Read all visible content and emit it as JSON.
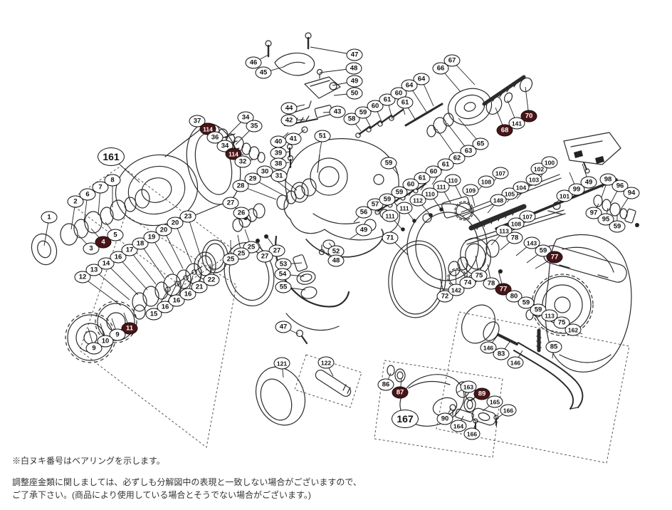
{
  "colors": {
    "bearing_fill": "#4a1416",
    "bearing_text": "#ffffff",
    "balloon_border": "#111111",
    "leader": "#222222",
    "line_art": "#2b2b2b",
    "note_text": "#333333"
  },
  "notes": {
    "line1": "※白ヌキ番号はベアリングを示します。",
    "line2": "調整座金類に関しましては、必ずしも分解図中の表現と一致しない場合がございますので、",
    "line3": "ご了承下さい。(商品により使用している場合とそうでない場合がございます。)"
  },
  "balloon_format": "[number, x, y, leader_target_x, leader_target_y, style] — style 'b' = bearing (dark filled), 'big' = assembly group oval, absent = normal part callout",
  "balloons": [
    [
      "1",
      69,
      305,
      62,
      345
    ],
    [
      "2",
      106,
      283,
      100,
      322
    ],
    [
      "6",
      123,
      273,
      118,
      312
    ],
    [
      "7",
      141,
      263,
      138,
      302
    ],
    [
      "8",
      158,
      253,
      158,
      291
    ],
    [
      "3",
      128,
      349,
      110,
      330
    ],
    [
      "4",
      145,
      340,
      128,
      321,
      "b"
    ],
    [
      "5",
      162,
      330,
      148,
      312
    ],
    [
      "161",
      156,
      220,
      196,
      256,
      "big"
    ],
    [
      "37",
      277,
      170,
      296,
      184
    ],
    [
      "114",
      292,
      181,
      308,
      192,
      "b"
    ],
    [
      "36",
      302,
      193,
      318,
      201
    ],
    [
      "34",
      316,
      205,
      331,
      209
    ],
    [
      "114",
      328,
      216,
      342,
      217,
      "b"
    ],
    [
      "32",
      341,
      227,
      355,
      224
    ],
    [
      "34",
      345,
      165,
      316,
      194
    ],
    [
      "35",
      357,
      177,
      331,
      203
    ],
    [
      "12",
      116,
      389,
      170,
      429
    ],
    [
      "13",
      132,
      379,
      182,
      421
    ],
    [
      "14",
      149,
      370,
      194,
      414
    ],
    [
      "16",
      166,
      361,
      207,
      407
    ],
    [
      "17",
      182,
      351,
      219,
      399
    ],
    [
      "18",
      197,
      342,
      231,
      391
    ],
    [
      "19",
      213,
      333,
      244,
      384
    ],
    [
      "20",
      230,
      323,
      257,
      377
    ],
    [
      "20",
      246,
      313,
      269,
      369
    ],
    [
      "23",
      264,
      304,
      282,
      361
    ],
    [
      "15",
      216,
      441,
      235,
      409
    ],
    [
      "16",
      232,
      431,
      247,
      401
    ],
    [
      "16",
      248,
      422,
      259,
      394
    ],
    [
      "16",
      264,
      413,
      271,
      387
    ],
    [
      "21",
      280,
      403,
      283,
      379
    ],
    [
      "22",
      297,
      393,
      295,
      371
    ],
    [
      "11",
      182,
      461,
      174,
      439,
      "b"
    ],
    [
      "9",
      165,
      470,
      157,
      447
    ],
    [
      "10",
      148,
      479,
      141,
      454
    ],
    [
      "9",
      132,
      489,
      124,
      461
    ],
    [
      "28",
      338,
      261,
      388,
      280
    ],
    [
      "29",
      355,
      251,
      398,
      274
    ],
    [
      "30",
      372,
      241,
      408,
      269
    ],
    [
      "31",
      392,
      247,
      417,
      267
    ],
    [
      "27",
      324,
      285,
      344,
      305
    ],
    [
      "26",
      339,
      299,
      354,
      312
    ],
    [
      "25",
      353,
      347,
      344,
      322
    ],
    [
      "25",
      339,
      356,
      334,
      330
    ],
    [
      "25",
      324,
      364,
      324,
      337
    ],
    [
      "27",
      389,
      352,
      374,
      331
    ],
    [
      "27",
      372,
      360,
      361,
      336
    ],
    [
      "53",
      398,
      371,
      424,
      369
    ],
    [
      "54",
      397,
      385,
      427,
      388
    ],
    [
      "55",
      398,
      403,
      429,
      407
    ],
    [
      "56",
      511,
      298,
      497,
      312
    ],
    [
      "57",
      527,
      287,
      510,
      302
    ],
    [
      "49",
      511,
      323,
      492,
      335
    ],
    [
      "52",
      472,
      353,
      462,
      341
    ],
    [
      "48",
      472,
      366,
      452,
      352
    ],
    [
      "46",
      356,
      88,
      377,
      77
    ],
    [
      "45",
      370,
      102,
      398,
      94
    ],
    [
      "47",
      498,
      77,
      436,
      66
    ],
    [
      "48",
      497,
      96,
      449,
      102
    ],
    [
      "49",
      498,
      114,
      467,
      120
    ],
    [
      "50",
      498,
      131,
      469,
      134
    ],
    [
      "44",
      406,
      152,
      428,
      147
    ],
    [
      "43",
      474,
      157,
      454,
      158
    ],
    [
      "42",
      406,
      169,
      428,
      168
    ],
    [
      "41",
      412,
      195,
      428,
      182
    ],
    [
      "40",
      391,
      199,
      405,
      186
    ],
    [
      "39",
      391,
      215,
      406,
      213
    ],
    [
      "38",
      391,
      230,
      406,
      228
    ],
    [
      "51",
      453,
      191,
      449,
      215
    ],
    [
      "58",
      494,
      167,
      507,
      184
    ],
    [
      "59",
      510,
      158,
      521,
      179
    ],
    [
      "60",
      527,
      149,
      537,
      173
    ],
    [
      "61",
      544,
      140,
      551,
      167
    ],
    [
      "60",
      560,
      131,
      569,
      161
    ],
    [
      "61",
      569,
      144,
      584,
      169
    ],
    [
      "64",
      592,
      111,
      609,
      149
    ],
    [
      "64",
      575,
      120,
      599,
      157
    ],
    [
      "66",
      619,
      96,
      647,
      129
    ],
    [
      "67",
      635,
      85,
      667,
      119
    ],
    [
      "65",
      675,
      202,
      644,
      166
    ],
    [
      "63",
      658,
      212,
      628,
      173
    ],
    [
      "62",
      642,
      222,
      613,
      181
    ],
    [
      "141",
      726,
      173,
      713,
      141
    ],
    [
      "70",
      743,
      163,
      738,
      122,
      "b"
    ],
    [
      "68",
      709,
      183,
      696,
      151,
      "b"
    ],
    [
      "59",
      546,
      229,
      560,
      246
    ],
    [
      "61",
      626,
      231,
      607,
      259
    ],
    [
      "60",
      609,
      241,
      591,
      267
    ],
    [
      "61",
      593,
      250,
      574,
      275
    ],
    [
      "60",
      577,
      259,
      557,
      283
    ],
    [
      "59",
      561,
      270,
      543,
      290
    ],
    [
      "59",
      544,
      280,
      529,
      298
    ],
    [
      "110",
      636,
      253,
      648,
      277
    ],
    [
      "111",
      620,
      262,
      633,
      285
    ],
    [
      "110",
      604,
      272,
      619,
      293
    ],
    [
      "112",
      587,
      281,
      604,
      301
    ],
    [
      "109",
      661,
      267,
      667,
      289
    ],
    [
      "111",
      568,
      292,
      581,
      309
    ],
    [
      "111",
      548,
      303,
      564,
      321
    ],
    [
      "71",
      548,
      334,
      573,
      358
    ],
    [
      "107",
      703,
      243,
      690,
      259
    ],
    [
      "108",
      683,
      255,
      668,
      271
    ],
    [
      "105",
      716,
      272,
      700,
      289
    ],
    [
      "104",
      732,
      263,
      712,
      284
    ],
    [
      "103",
      750,
      252,
      726,
      279
    ],
    [
      "102",
      757,
      237,
      738,
      269
    ],
    [
      "100",
      772,
      228,
      752,
      261
    ],
    [
      "148",
      700,
      281,
      685,
      299
    ],
    [
      "107",
      741,
      304,
      722,
      317
    ],
    [
      "108",
      725,
      314,
      705,
      329
    ],
    [
      "101",
      793,
      275,
      778,
      287
    ],
    [
      "99",
      810,
      266,
      800,
      242
    ],
    [
      "49",
      827,
      256,
      818,
      230
    ],
    [
      "98",
      854,
      252,
      845,
      277
    ],
    [
      "96",
      871,
      261,
      858,
      285
    ],
    [
      "94",
      887,
      271,
      872,
      294
    ],
    [
      "97",
      834,
      299,
      841,
      286
    ],
    [
      "95",
      851,
      308,
      854,
      292
    ],
    [
      "59",
      867,
      318,
      867,
      301
    ],
    [
      "113",
      708,
      324,
      690,
      344
    ],
    [
      "78",
      723,
      334,
      703,
      351
    ],
    [
      "143",
      747,
      341,
      725,
      359
    ],
    [
      "59",
      763,
      352,
      740,
      369
    ],
    [
      "77",
      779,
      361,
      752,
      377,
      "b"
    ],
    [
      "72",
      625,
      416,
      618,
      391
    ],
    [
      "142",
      641,
      407,
      640,
      379
    ],
    [
      "74",
      657,
      397,
      655,
      369
    ],
    [
      "75",
      673,
      387,
      668,
      359
    ],
    [
      "78",
      690,
      398,
      685,
      371
    ],
    [
      "77",
      707,
      406,
      700,
      380,
      "b"
    ],
    [
      "80",
      722,
      416,
      747,
      431
    ],
    [
      "59",
      739,
      425,
      761,
      439
    ],
    [
      "59",
      756,
      435,
      774,
      447
    ],
    [
      "113",
      772,
      443,
      789,
      454
    ],
    [
      "75",
      789,
      453,
      804,
      461
    ],
    [
      "162",
      805,
      463,
      818,
      469
    ],
    [
      "146",
      686,
      488,
      699,
      471
    ],
    [
      "83",
      704,
      497,
      716,
      480
    ],
    [
      "146",
      724,
      509,
      734,
      492
    ],
    [
      "85",
      778,
      487,
      776,
      503
    ],
    [
      "47",
      398,
      459,
      419,
      469
    ],
    [
      "121",
      396,
      510,
      398,
      530
    ],
    [
      "122",
      458,
      509,
      468,
      528
    ],
    [
      "86",
      542,
      540,
      549,
      524
    ],
    [
      "87",
      562,
      551,
      564,
      532,
      "b"
    ],
    [
      "167",
      569,
      588,
      null,
      null,
      "big"
    ],
    [
      "163",
      658,
      543,
      642,
      551
    ],
    [
      "89",
      677,
      553,
      658,
      563,
      "b"
    ],
    [
      "165",
      695,
      564,
      678,
      577
    ],
    [
      "166",
      714,
      576,
      697,
      588
    ],
    [
      "90",
      625,
      588,
      634,
      573
    ],
    [
      "164",
      644,
      598,
      651,
      584
    ],
    [
      "166",
      663,
      609,
      668,
      595
    ]
  ]
}
